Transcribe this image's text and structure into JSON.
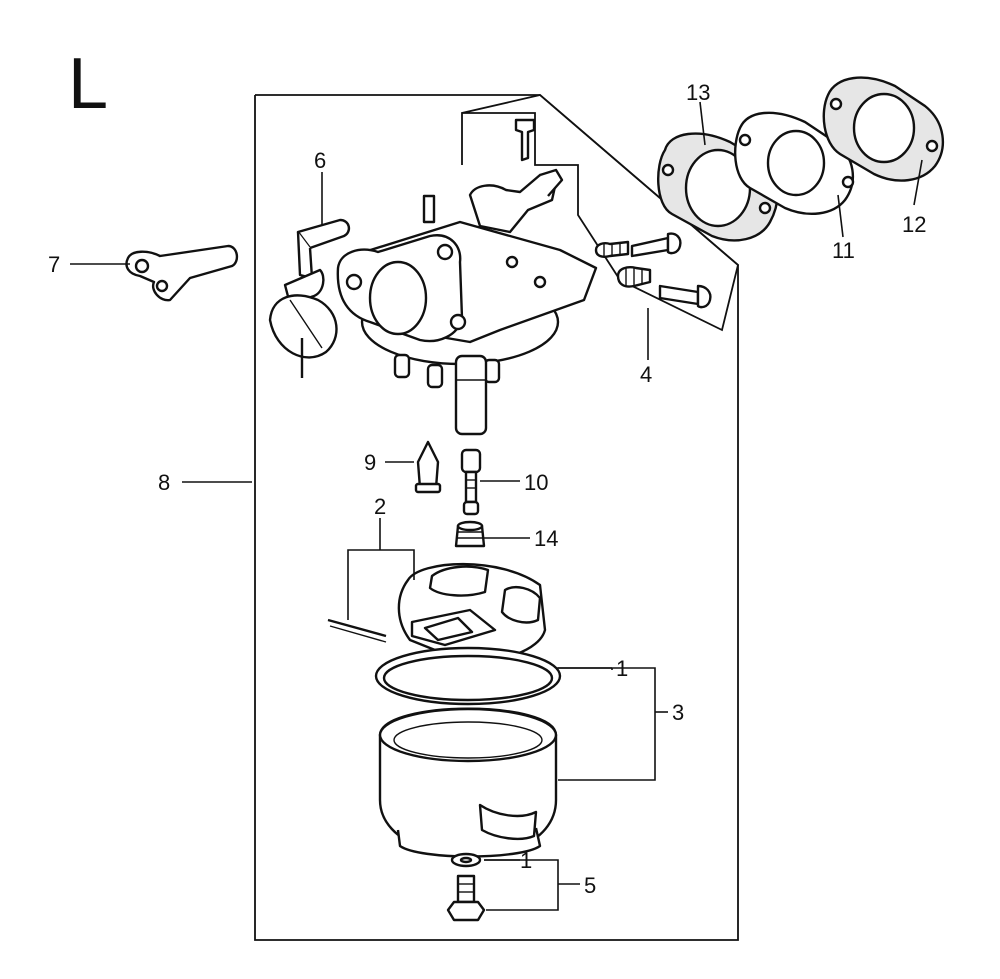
{
  "section_letter": "L",
  "callouts": {
    "c1a": "1",
    "c1b": "1",
    "c2": "2",
    "c3": "3",
    "c4": "4",
    "c5": "5",
    "c6": "6",
    "c7": "7",
    "c8": "8",
    "c9": "9",
    "c10": "10",
    "c11": "11",
    "c12": "12",
    "c13": "13",
    "c14": "14"
  }
}
